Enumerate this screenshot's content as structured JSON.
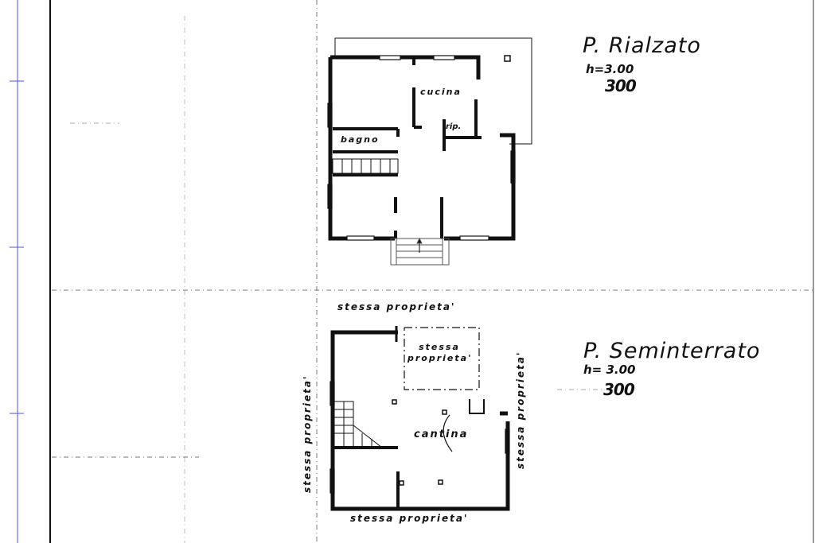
{
  "upper_floor": {
    "title": "P. Rialzato",
    "height": "h=3.00",
    "scale_note": "300",
    "rooms": {
      "kitchen": "cucina",
      "storage": "rip.",
      "bathroom": "bagno"
    }
  },
  "lower_floor": {
    "title": "P. Seminterrato",
    "height": "h= 3.00",
    "scale_note": "300",
    "rooms": {
      "cellar": "cantina"
    },
    "boundary_labels": {
      "top": "stessa proprieta'",
      "inner": "stessa proprieta'",
      "left": "stessa proprieta'",
      "right": "stessa proprieta'",
      "bottom": "stessa proprieta'"
    }
  },
  "colors": {
    "ink": "#111111",
    "margin_line": "#4a55d8",
    "paper": "#ffffff"
  }
}
